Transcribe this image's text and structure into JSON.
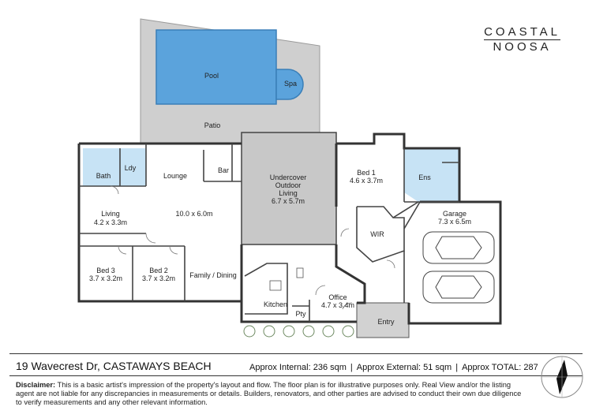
{
  "brand": {
    "line1": "COASTAL",
    "line2": "NOOSA"
  },
  "rooms": {
    "pool": "Pool",
    "spa": "Spa",
    "patio": "Patio",
    "bath": "Bath",
    "ldy": "Ldy",
    "lounge": "Lounge",
    "bar": "Bar",
    "undercover_1": "Undercover",
    "undercover_2": "Outdoor",
    "undercover_3": "Living",
    "undercover_dim": "6.7 x 5.7m",
    "bed1": "Bed 1",
    "bed1_dim": "4.6 x 3.7m",
    "ens": "Ens",
    "living": "Living",
    "living_dim": "4.2 x 3.3m",
    "main_dim": "10.0 x 6.0m",
    "wir": "WIR",
    "garage": "Garage",
    "garage_dim": "7.3 x 6.5m",
    "bed3": "Bed 3",
    "bed3_dim": "3.7 x 3.2m",
    "bed2": "Bed 2",
    "bed2_dim": "3.7 x 3.2m",
    "family_dining": "Family / Dining",
    "kitchen": "Kitchen",
    "pty": "Pty",
    "office": "Office",
    "office_dim": "4.7 x 3.4m",
    "entry": "Entry"
  },
  "footer": {
    "address": "19 Wavecrest Dr, CASTAWAYS BEACH",
    "approx_internal": "Approx Internal:  236 sqm",
    "approx_external": "Approx External:  51 sqm",
    "approx_total": "Approx TOTAL:  287",
    "separator": "|",
    "disclaimer_label": "Disclaimer:",
    "disclaimer_text": " This is a basic artist's impression of the property's layout and flow. The floor plan is for illustrative purposes only. Real View and/or the listing agent are not liable for any discrepancies in measurements or details. Builders, renovators, and other parties are advised to conduct their own due diligence to verify measurements and any other relevant information."
  },
  "colors": {
    "water": "#5ba3dc",
    "wet_area": "#c7e3f5",
    "outdoor": "#cfcfcf",
    "wall": "#333333"
  },
  "icons": {
    "compass": "north-arrow-icon",
    "car": "car-icon",
    "plant": "plant-icon"
  }
}
